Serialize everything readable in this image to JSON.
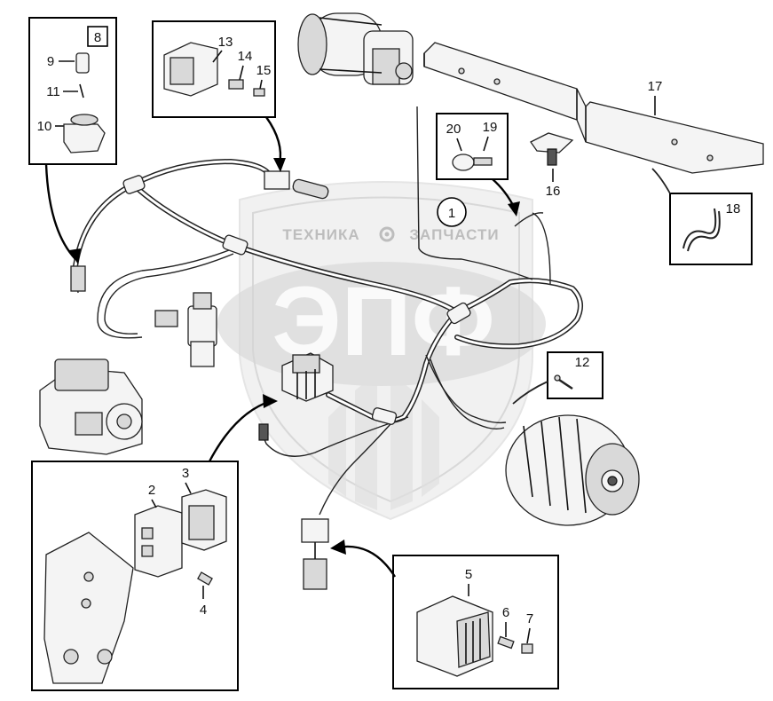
{
  "diagram": {
    "callouts": {
      "c1": "1",
      "c2": "2",
      "c3": "3",
      "c4": "4",
      "c5": "5",
      "c6": "6",
      "c7": "7",
      "c8": "8",
      "c9": "9",
      "c10": "10",
      "c11": "11",
      "c12": "12",
      "c13": "13",
      "c14": "14",
      "c15": "15",
      "c16": "16",
      "c17": "17",
      "c18": "18",
      "c19": "19",
      "c20": "20"
    }
  },
  "watermark": {
    "brand_left": "ТЕХНИКА",
    "brand_right": "ЗАПЧАСТИ",
    "logo_letters": "ЭПФ"
  },
  "colors": {
    "line": "#111111",
    "watermark": "#cfcfcf",
    "background": "#ffffff"
  }
}
